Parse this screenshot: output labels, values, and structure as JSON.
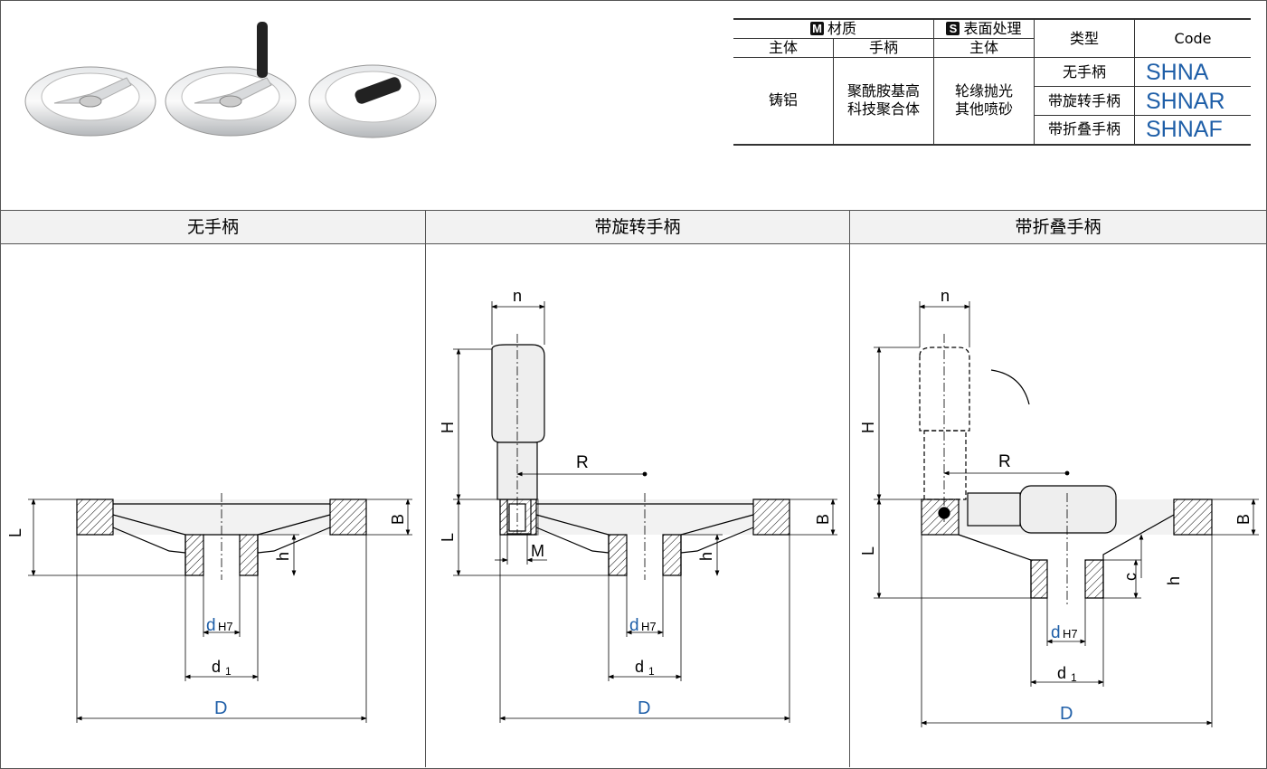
{
  "spec_table": {
    "material_header": "材质",
    "material_badge": "M",
    "surface_header": "表面处理",
    "surface_badge": "S",
    "type_header": "类型",
    "code_header": "Code",
    "sub_body": "主体",
    "sub_handle": "手柄",
    "sub_surface_body": "主体",
    "body_material": "铸铝",
    "handle_material_line1": "聚酰胺基高",
    "handle_material_line2": "科技聚合体",
    "surface_line1": "轮缘抛光",
    "surface_line2": "其他喷砂",
    "rows": [
      {
        "type": "无手柄",
        "code": "SHNA"
      },
      {
        "type": "带旋转手柄",
        "code": "SHNAR"
      },
      {
        "type": "带折叠手柄",
        "code": "SHNAF"
      }
    ]
  },
  "sections": {
    "no_handle": "无手柄",
    "revolving_handle": "带旋转手柄",
    "folding_handle": "带折叠手柄"
  },
  "dims": {
    "L": "L",
    "B": "B",
    "h": "h",
    "d": "d",
    "H7": "H7",
    "d1": "d",
    "d1_sub": "1",
    "D": "D",
    "H": "H",
    "n": "n",
    "R": "R",
    "M": "M",
    "c": "c"
  },
  "colors": {
    "code": "#1f5fa8",
    "accent_dim": "#1f5fa8"
  }
}
